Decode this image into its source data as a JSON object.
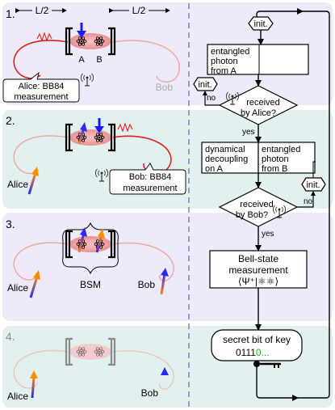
{
  "panels": [
    {
      "num": "1.",
      "bg": "#eeeaf9",
      "muted": false
    },
    {
      "num": "2.",
      "bg": "#e2f1ef",
      "muted": false
    },
    {
      "num": "3.",
      "bg": "#eeeaf9",
      "muted": false
    },
    {
      "num": "4.",
      "bg": "#e2f1ef",
      "muted": true
    }
  ],
  "panel1": {
    "dist_left": "L/2",
    "dist_right": "L/2",
    "atom_a": "A",
    "atom_b": "B",
    "alice_callout_1": "Alice: BB84",
    "alice_callout_2": "measurement",
    "bob": "Bob"
  },
  "panel2": {
    "alice": "Alice",
    "bob_callout_1": "Bob: BB84",
    "bob_callout_2": "measurement"
  },
  "panel3": {
    "alice": "Alice",
    "bob": "Bob",
    "bsm": "BSM"
  },
  "panel4": {
    "alice": "Alice",
    "bob": "Bob"
  },
  "flow": {
    "init": "init.",
    "entangled_a": [
      "entangled",
      "photon",
      "from A"
    ],
    "received_alice": [
      "received",
      "by Alice?"
    ],
    "no": "no",
    "yes": "yes",
    "dd": [
      "dynamical",
      "decoupling",
      "on A"
    ],
    "entangled_b": [
      "entangled",
      "photon",
      "from B"
    ],
    "received_bob": [
      "received",
      "by Bob?"
    ],
    "bell": [
      "Bell-state",
      "measurement"
    ],
    "bell_formula": "⟨Ψ⁺|⚛⚛⟩",
    "secret": "secret bit of key",
    "key_prefix": "0111",
    "key_new": "0",
    "key_suffix": "..."
  },
  "colors": {
    "fiber_active": "#e0201e",
    "fiber_faded": "#f0a6a6",
    "cavity": "#f0a0a0",
    "arrow_blue": "#1a1aff",
    "arrow_orange": "#ff8c00",
    "key_green": "#22aa22"
  }
}
